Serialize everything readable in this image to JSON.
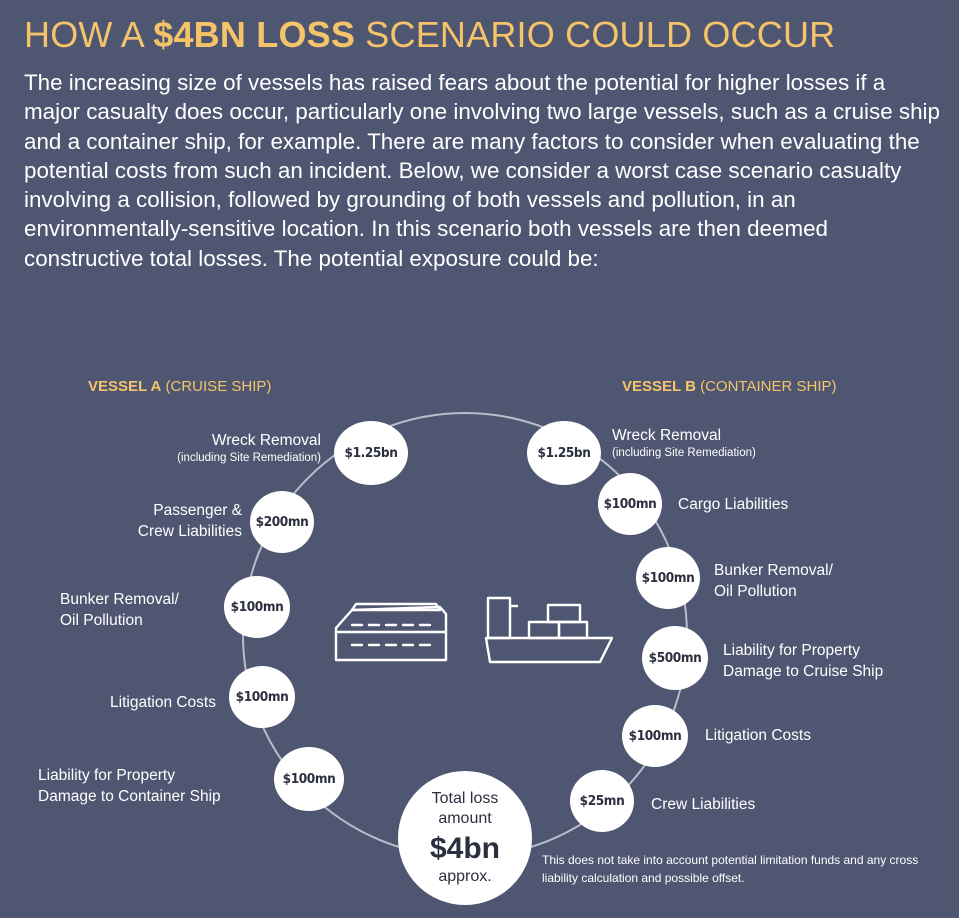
{
  "title": {
    "prefix": "HOW A ",
    "highlight": "$4BN LOSS",
    "suffix": " SCENARIO COULD OCCUR"
  },
  "intro": "The increasing size of vessels has raised fears about the potential for higher losses if a major casualty does occur, particularly one involving two large vessels, such as a cruise ship and a container ship, for example. There are many factors to consider when evaluating the potential costs from such an incident. Below, we consider a worst case scenario casualty involving a collision, followed by grounding of both vessels and pollution, in an environmentally-sensitive location. In this scenario both vessels are then deemed constructive total losses. The potential exposure could be:",
  "vessel_a": {
    "heading_bold": "VESSEL A",
    "heading_rest": " (CRUISE SHIP)",
    "items": [
      {
        "amount": "$1.25bn",
        "label": "Wreck Removal",
        "sub": "(including Site Remediation)"
      },
      {
        "amount": "$200mn",
        "label": "Passenger &\nCrew Liabilities",
        "sub": ""
      },
      {
        "amount": "$100mn",
        "label": "Bunker Removal/\nOil Pollution",
        "sub": ""
      },
      {
        "amount": "$100mn",
        "label": "Litigation Costs",
        "sub": ""
      },
      {
        "amount": "$100mn",
        "label": "Liability for Property\nDamage to Container Ship",
        "sub": ""
      }
    ]
  },
  "vessel_b": {
    "heading_bold": "VESSEL B",
    "heading_rest": " (CONTAINER SHIP)",
    "items": [
      {
        "amount": "$1.25bn",
        "label": "Wreck Removal",
        "sub": "(including Site Remediation)"
      },
      {
        "amount": "$100mn",
        "label": "Cargo Liabilities",
        "sub": ""
      },
      {
        "amount": "$100mn",
        "label": "Bunker Removal/\nOil Pollution",
        "sub": ""
      },
      {
        "amount": "$500mn",
        "label": "Liability for Property\nDamage to Cruise Ship",
        "sub": ""
      },
      {
        "amount": "$100mn",
        "label": "Litigation Costs",
        "sub": ""
      },
      {
        "amount": "$25mn",
        "label": "Crew Liabilities",
        "sub": ""
      }
    ]
  },
  "total": {
    "line1": "Total loss",
    "line2": "amount",
    "value": "$4bn",
    "line3": "approx."
  },
  "note": "This does not take into account potential limitation funds and any cross liability calculation and possible offset.",
  "colors": {
    "background": "#4f5671",
    "accent": "#f5c46a",
    "bubble": "#ffffff",
    "bubble_text": "#2b2f3e",
    "ring": "#b9bccb"
  },
  "icons": [
    "cruise-ship-icon",
    "container-ship-icon"
  ]
}
